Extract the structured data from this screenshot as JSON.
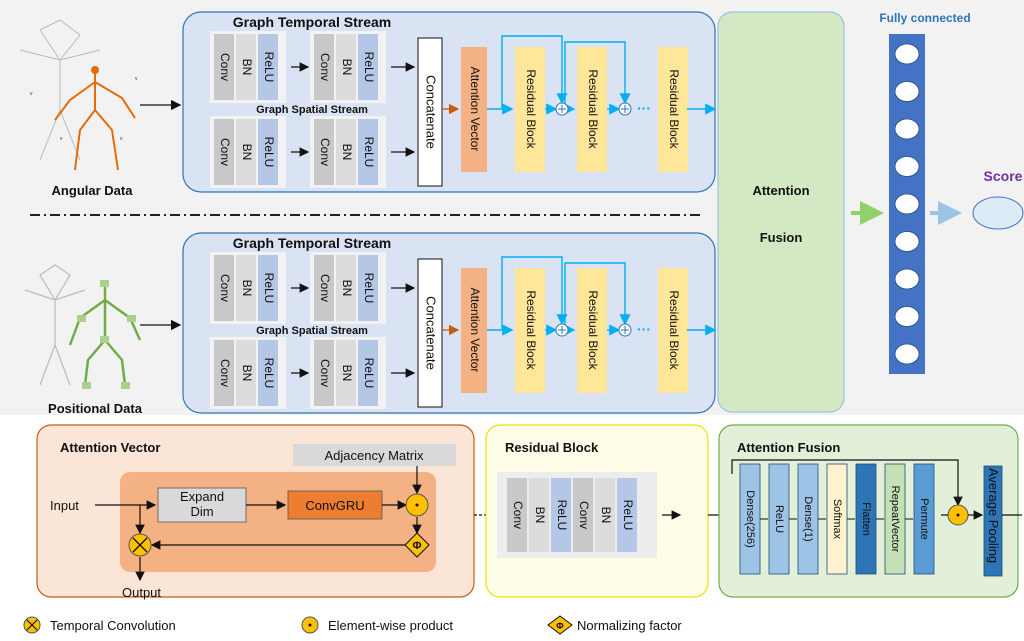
{
  "top": {
    "rows": [
      {
        "data_label": "Angular Data",
        "temporal_title": "Graph Temporal Stream",
        "spatial_title": "Graph Spatial Stream",
        "temporal_blocks": [
          "Conv",
          "BN",
          "ReLU",
          "Conv",
          "BN",
          "ReLU"
        ],
        "spatial_blocks": [
          "Conv",
          "BN",
          "ReLU",
          "Conv",
          "BN",
          "ReLU"
        ],
        "concatenate": "Concatenate",
        "attention_vector": "Attention Vector",
        "residual_blocks": [
          "Residual Block",
          "Residual Block",
          "Residual Block"
        ]
      },
      {
        "data_label": "Positional Data",
        "temporal_title": "Graph Temporal Stream",
        "spatial_title": "Graph Spatial Stream",
        "temporal_blocks": [
          "Conv",
          "BN",
          "ReLU",
          "Conv",
          "BN",
          "ReLU"
        ],
        "spatial_blocks": [
          "Conv",
          "BN",
          "ReLU",
          "Conv",
          "BN",
          "ReLU"
        ],
        "concatenate": "Concatenate",
        "attention_vector": "Attention Vector",
        "residual_blocks": [
          "Residual Block",
          "Residual Block",
          "Residual Block"
        ]
      }
    ],
    "attention_fusion": [
      "Attention",
      "Fusion"
    ],
    "fully_connected": "Fully connected",
    "score": "Score",
    "dots": "···"
  },
  "bottom": {
    "attention_vector": {
      "title": "Attention Vector",
      "adjacency": "Adjacency Matrix",
      "expand_dim": [
        "Expand",
        "Dim"
      ],
      "convgru": "ConvGRU",
      "input": "Input",
      "output": "Output"
    },
    "residual_block": {
      "title": "Residual Block",
      "layers": [
        "Conv",
        "BN",
        "ReLU",
        "Conv",
        "BN",
        "ReLU"
      ]
    },
    "attention_fusion": {
      "title": "Attention Fusion",
      "layers": [
        "Dense(256)",
        "ReLU",
        "Dense(1)",
        "Softmax",
        "Flatten",
        "RepeatVector",
        "Permute"
      ],
      "pooling": "Average Pooling"
    }
  },
  "legend": {
    "temporal_conv": "Temporal Convolution",
    "elementwise": "Element-wise product",
    "normalizing": "Normalizing factor"
  },
  "colors": {
    "conv": "#c8c8c8",
    "bn": "#dcdcdc",
    "relu": "#b4c7e7",
    "attention_vector": "#f4b183",
    "residual": "#ffe699",
    "fusion": "#d5e8c4",
    "stream_bg": "#dae3f3",
    "fc_bg": "#4472c4",
    "arrow_blue": "#00b0f0",
    "ew_yellow": "#ffc000"
  }
}
